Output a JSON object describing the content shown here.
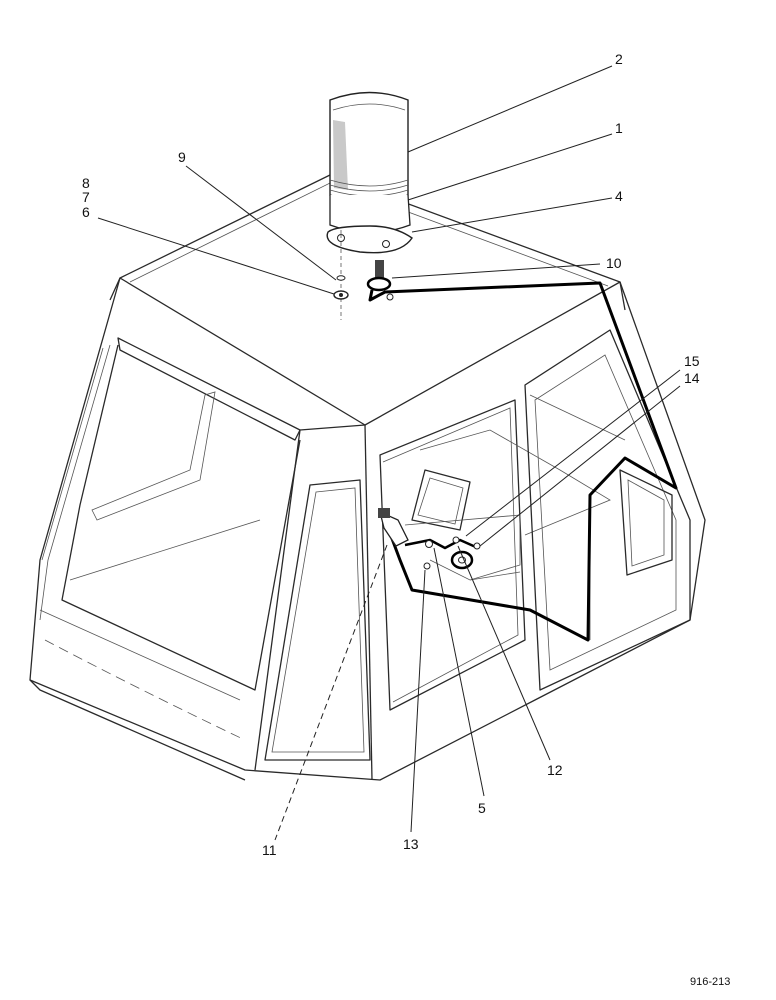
{
  "callouts": [
    {
      "id": "2",
      "text": "2"
    },
    {
      "id": "1",
      "text": "1"
    },
    {
      "id": "4",
      "text": "4"
    },
    {
      "id": "9",
      "text": "9"
    },
    {
      "id": "8",
      "text": "8"
    },
    {
      "id": "7",
      "text": "7"
    },
    {
      "id": "6",
      "text": "6"
    },
    {
      "id": "10",
      "text": "10"
    },
    {
      "id": "15",
      "text": "15"
    },
    {
      "id": "14",
      "text": "14"
    },
    {
      "id": "11",
      "text": "11"
    },
    {
      "id": "13",
      "text": "13"
    },
    {
      "id": "5",
      "text": "5"
    },
    {
      "id": "12",
      "text": "12"
    }
  ],
  "figure_ref": "916-213"
}
